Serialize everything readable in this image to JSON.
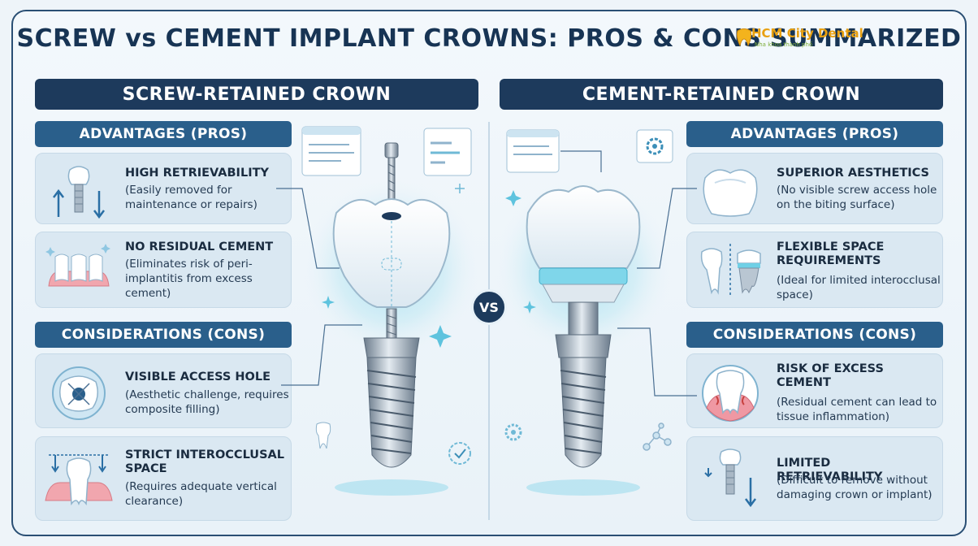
{
  "title": "SCREW vs CEMENT IMPLANT CROWNS: PROS & CONS SUMMARIZED",
  "logo": {
    "name": "HCM City Dental",
    "tagline": "Nha khoa thành phố"
  },
  "vs_label": "VS",
  "left": {
    "header": "SCREW-RETAINED CROWN",
    "pros_header": "ADVANTAGES (PROS)",
    "cons_header": "CONSIDERATIONS (CONS)",
    "pros": [
      {
        "title": "HIGH RETRIEVABILITY",
        "desc": "(Easily removed for maintenance or repairs)"
      },
      {
        "title": "NO RESIDUAL CEMENT",
        "desc": "(Eliminates risk of peri-implantitis from excess cement)"
      }
    ],
    "cons": [
      {
        "title": "VISIBLE ACCESS HOLE",
        "desc": "(Aesthetic challenge, requires composite filling)"
      },
      {
        "title": "STRICT INTEROCCLUSAL SPACE",
        "desc": "(Requires adequate vertical clearance)"
      }
    ]
  },
  "right": {
    "header": "CEMENT-RETAINED CROWN",
    "pros_header": "ADVANTAGES (PROS)",
    "cons_header": "CONSIDERATIONS (CONS)",
    "pros": [
      {
        "title": "SUPERIOR AESTHETICS",
        "desc": "(No visible screw access hole on the biting surface)"
      },
      {
        "title": "FLEXIBLE SPACE REQUIREMENTS",
        "desc": "(Ideal for limited interocclusal space)"
      }
    ],
    "cons": [
      {
        "title": "RISK OF EXCESS CEMENT",
        "desc": "(Residual cement can lead to tissue inflammation)"
      },
      {
        "title": "LIMITED RETRIEVABILITY",
        "desc": "(Difficult to remove without damaging crown or implant)"
      }
    ]
  },
  "colors": {
    "navy": "#1d3a5c",
    "section_blue": "#2a5f8b",
    "card_bg": "#dae8f2",
    "glow": "#7fd6ea"
  },
  "icons": [
    "tooth-implant-arrows-icon",
    "teeth-gum-icon",
    "access-hole-icon",
    "interocclusal-space-icon",
    "crown-icon",
    "tooth-comparison-icon",
    "gum-cement-icon",
    "implant-down-arrow-icon",
    "gear-icon",
    "checkmark-badge-icon",
    "molecule-icon",
    "tooth-small-icon",
    "sparkle-icon"
  ]
}
